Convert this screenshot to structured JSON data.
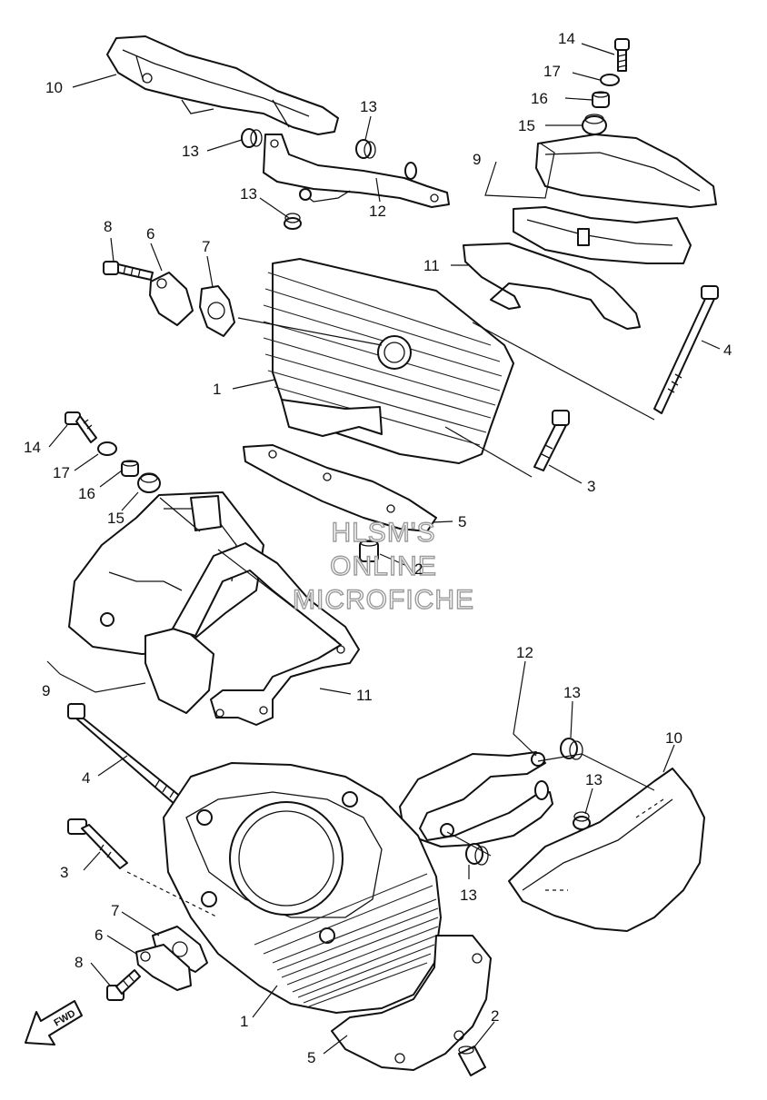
{
  "labels": {
    "top_10": "10",
    "top_13a": "13",
    "top_13b": "13",
    "top_13c": "13",
    "top_12": "12",
    "top_14": "14",
    "top_17": "17",
    "top_16": "16",
    "top_15": "15",
    "top_9": "9",
    "top_11": "11",
    "top_8": "8",
    "top_6": "6",
    "top_7": "7",
    "top_1": "1",
    "top_4": "4",
    "top_3": "3",
    "top_5": "5",
    "top_2": "2",
    "mid_14": "14",
    "mid_17": "17",
    "mid_16": "16",
    "mid_15": "15",
    "mid_9": "9",
    "mid_11": "11",
    "bot_12": "12",
    "bot_13a": "13",
    "bot_10": "10",
    "bot_13b": "13",
    "bot_13c": "13",
    "bot_4": "4",
    "bot_3": "3",
    "bot_7": "7",
    "bot_6": "6",
    "bot_8": "8",
    "bot_1": "1",
    "bot_2": "2",
    "bot_5": "5"
  },
  "watermark": {
    "line1": "HLSM'S",
    "line2": "ONLINE",
    "line3": "MICROFICHE"
  },
  "fwd": "FWD"
}
